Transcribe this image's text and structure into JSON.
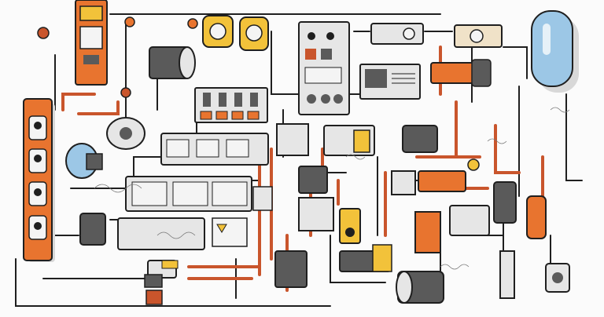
{
  "illustration": {
    "colors": {
      "background": "#fbfbfb",
      "outline": "#1f1f1f",
      "panel_gray": "#e6e6e6",
      "panel_dark": "#5a5a5a",
      "accent_orange": "#e8742f",
      "accent_yellow": "#f2c23a",
      "accent_blue": "#9cc7e6",
      "pipe_red": "#c9552c",
      "shadow": "#d8d8d8"
    },
    "components": [
      {
        "name": "orange-power-strip",
        "icon": "power-strip-icon"
      },
      {
        "name": "blue-water-heater",
        "icon": "boiler-tank-icon"
      },
      {
        "name": "control-panel-top",
        "icon": "control-panel-icon"
      },
      {
        "name": "monitor-display",
        "icon": "display-screen-icon"
      },
      {
        "name": "yellow-meters",
        "icon": "gauge-icon"
      },
      {
        "name": "breaker-box",
        "icon": "breaker-box-icon"
      },
      {
        "name": "pipe-network",
        "icon": "pipe-icon"
      },
      {
        "name": "pump-motor",
        "icon": "motor-icon"
      },
      {
        "name": "junction-boxes",
        "icon": "junction-box-icon"
      },
      {
        "name": "valves",
        "icon": "valve-icon"
      }
    ]
  }
}
